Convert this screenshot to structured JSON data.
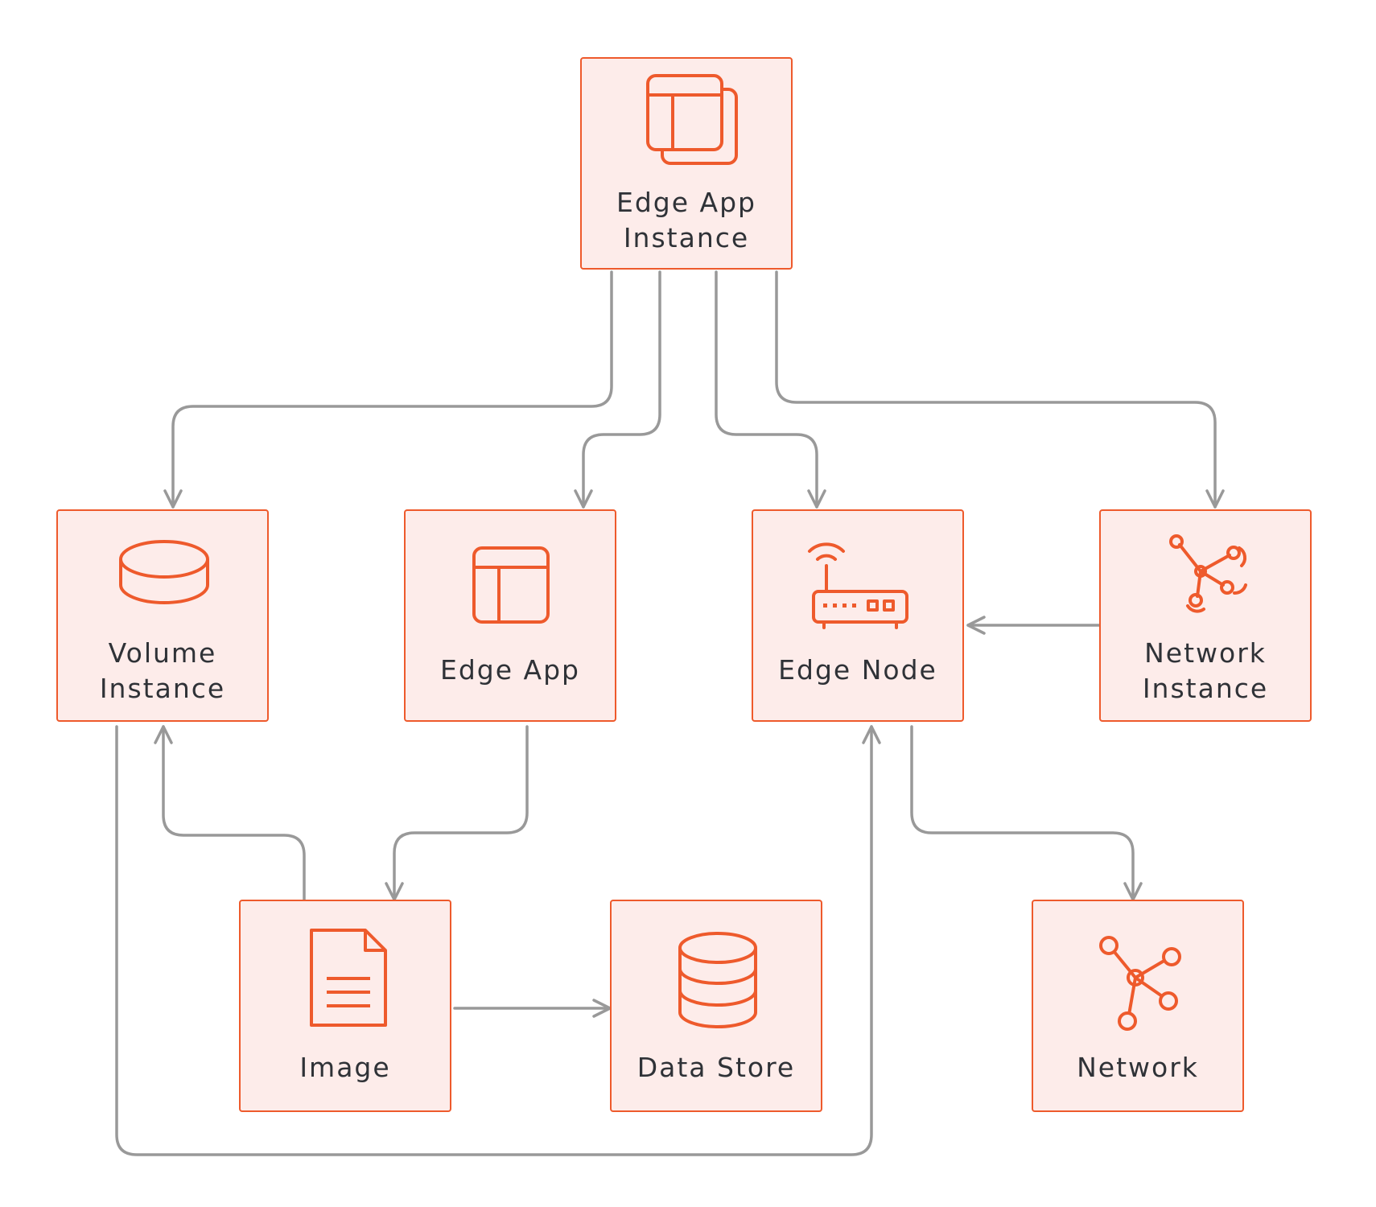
{
  "colors": {
    "box_fill": "#fdecea",
    "box_stroke": "#ee5a2c",
    "icon": "#ee5a2c",
    "connector": "#999999",
    "text": "#2f3237"
  },
  "nodes": {
    "edge_app_instance": {
      "label": "Edge App\nInstance",
      "icon": "app-windows-icon"
    },
    "volume_instance": {
      "label": "Volume\nInstance",
      "icon": "cylinder-icon"
    },
    "edge_app": {
      "label": "Edge App",
      "icon": "app-window-icon"
    },
    "edge_node": {
      "label": "Edge Node",
      "icon": "router-icon"
    },
    "network_instance": {
      "label": "Network\nInstance",
      "icon": "network-instance-icon"
    },
    "image": {
      "label": "Image",
      "icon": "document-icon"
    },
    "data_store": {
      "label": "Data Store",
      "icon": "database-icon"
    },
    "network": {
      "label": "Network",
      "icon": "network-icon"
    }
  },
  "edges": [
    {
      "from": "Edge App Instance",
      "to": "Volume Instance"
    },
    {
      "from": "Edge App Instance",
      "to": "Edge App"
    },
    {
      "from": "Edge App Instance",
      "to": "Edge Node"
    },
    {
      "from": "Edge App Instance",
      "to": "Network Instance"
    },
    {
      "from": "Network Instance",
      "to": "Edge Node"
    },
    {
      "from": "Edge App",
      "to": "Image"
    },
    {
      "from": "Image",
      "to": "Volume Instance"
    },
    {
      "from": "Volume Instance",
      "to": "Edge Node"
    },
    {
      "from": "Image",
      "to": "Data Store"
    },
    {
      "from": "Edge Node",
      "to": "Network"
    }
  ]
}
